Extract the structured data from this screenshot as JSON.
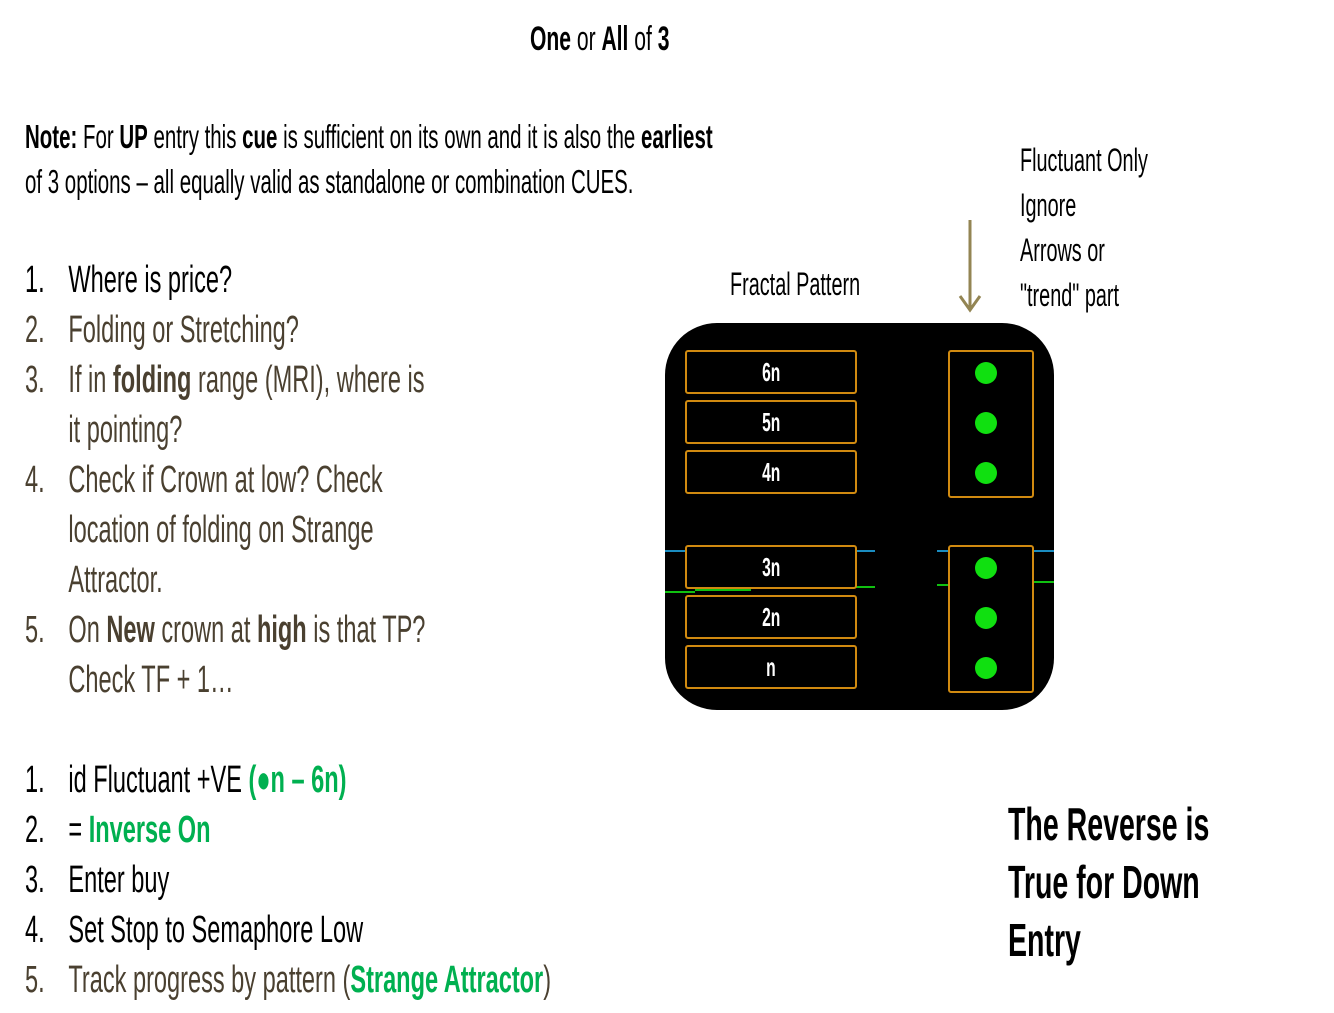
{
  "title": {
    "a": "One",
    "b": " or ",
    "c": "All",
    "d": " of ",
    "e": "3"
  },
  "note": {
    "label": "Note:",
    "t1": " For ",
    "up": "UP",
    "t2": " entry this ",
    "cue": "cue",
    "t3": " is sufficient on its own and it is also the ",
    "earliest": "earliest",
    "line2": "of 3 options – all equally valid as standalone or combination CUES."
  },
  "side_note": [
    "Fluctuant Only",
    "Ignore",
    "Arrows or",
    "\"trend\" part"
  ],
  "fractal_label": "Fractal Pattern",
  "checklist": [
    {
      "num": "1.",
      "text": "Where is price?"
    },
    {
      "num": "2.",
      "text": "Folding or Stretching?"
    },
    {
      "num": "3.",
      "pre": "If in ",
      "bold": "folding",
      "post": " range (MRI), where is",
      "cont": "it pointing?"
    },
    {
      "num": "4.",
      "text": "Check if Crown at low? Check",
      "cont1": "location of folding on Strange",
      "cont2": "Attractor."
    },
    {
      "num": "5.",
      "pre": "On ",
      "bold1": "New",
      "mid": " crown at ",
      "bold2": "high",
      "post": " is that TP?",
      "cont": "Check TF + 1…"
    }
  ],
  "steps": [
    {
      "num": "1.",
      "text": "id Fluctuant +VE ",
      "green": "(●n – 6n)"
    },
    {
      "num": "2.",
      "text": "= ",
      "green": "Inverse On"
    },
    {
      "num": "3.",
      "text": "Enter buy"
    },
    {
      "num": "4.",
      "text": "Set Stop to Semaphore Low"
    },
    {
      "num": "5.",
      "text": "Track progress by pattern (",
      "green": "Strange Attractor",
      "post": ")"
    }
  ],
  "diagram": {
    "boxes": [
      "6n",
      "5n",
      "4n",
      "3n",
      "2n",
      "n"
    ]
  },
  "reverse": [
    "The Reverse is",
    "True for Down",
    "Entry"
  ],
  "colors": {
    "olive": "#4a4030",
    "green": "#00b050",
    "orange": "#d08a10",
    "dot": "#10e010"
  }
}
